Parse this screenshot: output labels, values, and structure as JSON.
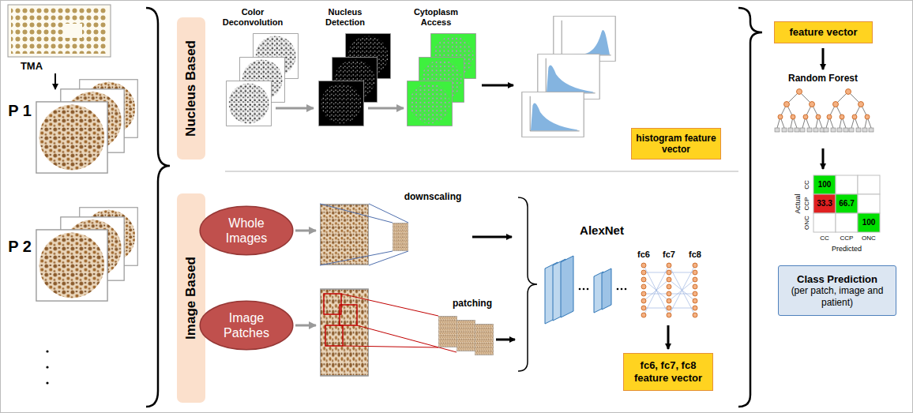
{
  "diagram": {
    "nodes": [
      {
        "text": [
          "Nucleus Based"
        ]
      },
      {
        "text": [
          "Image Based"
        ]
      },
      {
        "text": [
          "histogram feature vector"
        ]
      },
      {
        "text": [
          "Whole Images"
        ]
      },
      {
        "text": [
          "Image Patches"
        ]
      },
      {
        "text": [
          "fc6, fc7, fc8 feature vector"
        ]
      },
      {
        "text": [
          "feature vector"
        ]
      },
      {
        "text": [
          "Class Prediction",
          "(per patch, image and patient)"
        ]
      }
    ],
    "labels": [
      "TMA",
      "P 1",
      "P 2",
      "Color Deconvolution",
      "Nucleus Detection",
      "Cytoplasm Access",
      "downscaling",
      "patching",
      "AlexNet",
      "fc6",
      "fc7",
      "fc8",
      "Random Forest",
      "100",
      "33.3",
      "66.7",
      "100",
      "CC",
      "CCP",
      "ONC",
      "Actual",
      "CC",
      "CCP",
      "ONC",
      "Predicted"
    ]
  }
}
